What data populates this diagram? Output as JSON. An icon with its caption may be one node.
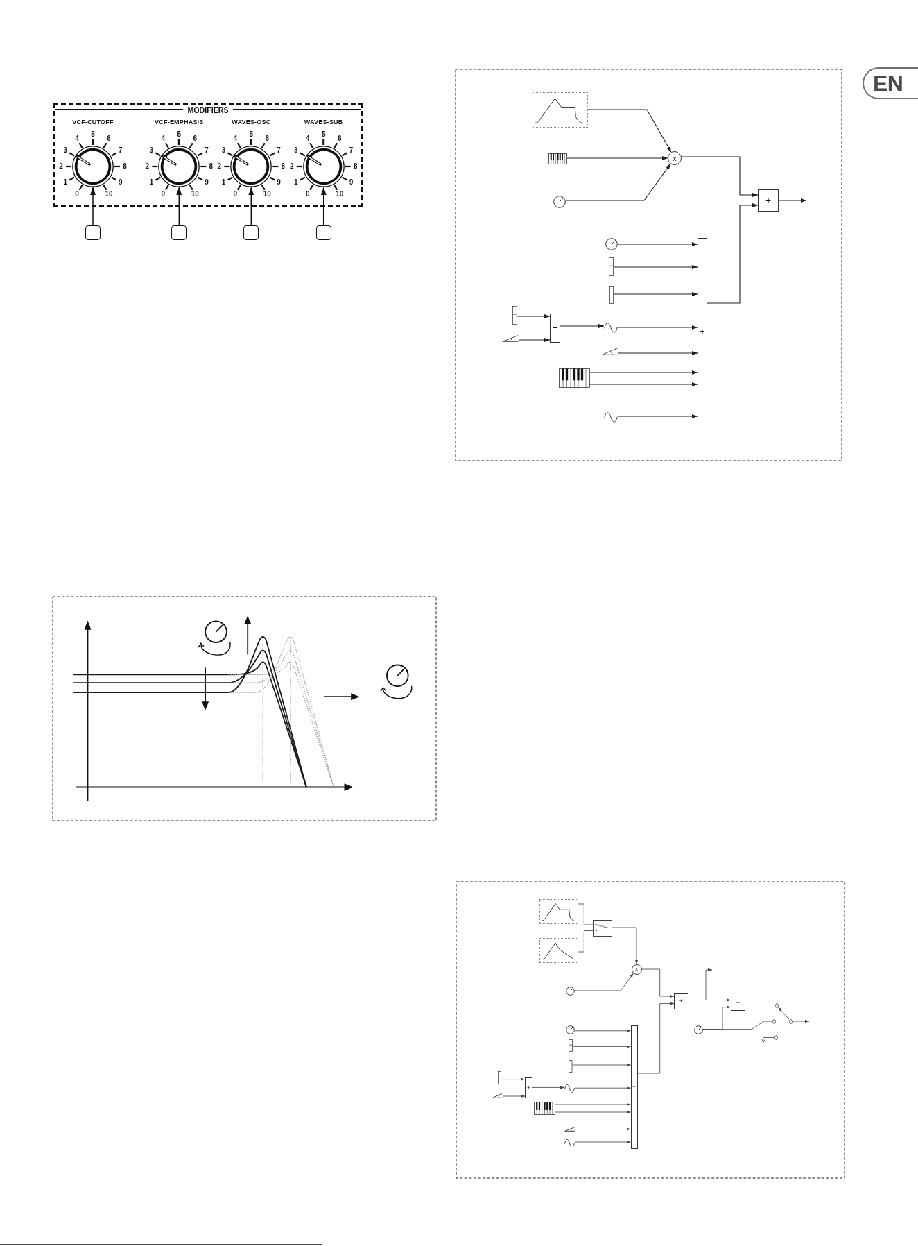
{
  "diagram": {
    "nodes": [
      {
        "text": [
          "MODIFIERS"
        ]
      },
      {
        "text": [],
        "shape": "picture",
        "beside": [
          "VCF-CUTOFF",
          "0",
          "1",
          "2",
          "3",
          "4",
          "5",
          "6",
          "7",
          "8",
          "9",
          "10"
        ],
        "in": 0
      },
      {
        "text": [],
        "shape": "picture",
        "beside": [
          "VCF-EMPHASIS",
          "0",
          "1",
          "2",
          "3",
          "4",
          "5",
          "6",
          "7",
          "8",
          "9",
          "10"
        ],
        "in": 0
      },
      {
        "text": [],
        "shape": "picture",
        "beside": [
          "WAVES-OSC",
          "0",
          "1",
          "2",
          "3",
          "4",
          "5",
          "6",
          "7",
          "8",
          "9",
          "10"
        ],
        "in": 0
      },
      {
        "text": [],
        "shape": "picture",
        "beside": [
          "WAVES-SUB",
          "0",
          "1",
          "2",
          "3",
          "4",
          "5",
          "6",
          "7",
          "8",
          "9",
          "10"
        ],
        "in": 0
      },
      {
        "text": [],
        "shape": "box"
      },
      {
        "text": [],
        "shape": "box"
      },
      {
        "text": [],
        "shape": "box"
      },
      {
        "text": [],
        "shape": "box"
      },
      {
        "text": [],
        "shape": "picture"
      },
      {
        "text": [
          "x"
        ]
      },
      {
        "text": [],
        "shape": "picture"
      },
      {
        "text": [
          "+"
        ]
      },
      {
        "text": [],
        "shape": "picture"
      },
      {
        "text": [],
        "shape": "picture"
      },
      {
        "text": [],
        "shape": "picture"
      },
      {
        "text": [],
        "shape": "box"
      },
      {
        "text": [],
        "shape": "picture"
      },
      {
        "text": [
          "+"
        ]
      },
      {
        "text": [],
        "shape": "picture"
      },
      {
        "text": [],
        "shape": "picture"
      },
      {
        "text": [],
        "shape": "picture"
      },
      {
        "text": [],
        "shape": "picture"
      },
      {
        "text": [],
        "shape": "picture"
      },
      {
        "text": [
          "+"
        ]
      },
      {
        "text": [
          "EN"
        ]
      },
      {
        "text": [],
        "shape": "picture"
      },
      {
        "text": [],
        "shape": "picture"
      },
      {
        "text": [],
        "shape": "picture"
      },
      {
        "text": [
          "x"
        ]
      },
      {
        "text": [],
        "shape": "picture"
      },
      {
        "text": [
          "+"
        ]
      },
      {
        "text": [
          "+"
        ]
      },
      {
        "text": [],
        "shape": "circle"
      },
      {
        "text": [],
        "shape": "picture"
      },
      {
        "text": [],
        "shape": "circle"
      },
      {
        "text": [],
        "shape": "circle"
      },
      {
        "text": [],
        "shape": "circle"
      },
      {
        "text": [],
        "shape": "triangle"
      },
      {
        "text": [],
        "shape": "picture"
      },
      {
        "text": [],
        "shape": "picture"
      },
      {
        "text": [],
        "shape": "box"
      },
      {
        "text": [],
        "shape": "picture"
      },
      {
        "text": [
          "+"
        ]
      },
      {
        "text": [],
        "shape": "picture"
      },
      {
        "text": [],
        "shape": "picture"
      },
      {
        "text": [],
        "shape": "picture"
      },
      {
        "text": [],
        "shape": "picture"
      },
      {
        "text": [],
        "shape": "picture"
      },
      {
        "text": [
          "+"
        ]
      }
    ],
    "edges": [
      {
        "from": 5,
        "to": 1,
        "arrow": "to"
      },
      {
        "from": 6,
        "to": 2,
        "arrow": "to"
      },
      {
        "from": 7,
        "to": 3,
        "arrow": "to"
      },
      {
        "from": 8,
        "to": 4,
        "arrow": "to"
      },
      {
        "from": 9,
        "to": 10,
        "arrow": "to"
      },
      {
        "from": 11,
        "to": 10,
        "arrow": "to"
      },
      {
        "from": 13,
        "to": 10,
        "arrow": "to"
      },
      {
        "from": 10,
        "to": 12,
        "arrow": "to"
      },
      {
        "from": 24,
        "to": 12,
        "arrow": "to"
      },
      {
        "from": 12,
        "to": null,
        "arrow": "to"
      },
      {
        "from": 14,
        "to": 24,
        "arrow": "to"
      },
      {
        "from": 15,
        "to": 24,
        "arrow": "to"
      },
      {
        "from": 16,
        "to": 24,
        "arrow": "to"
      },
      {
        "from": 19,
        "to": 24,
        "arrow": "to"
      },
      {
        "from": 21,
        "to": 24,
        "arrow": "to"
      },
      {
        "from": 22,
        "to": 24,
        "arrow": "to"
      },
      {
        "from": 22,
        "to": 24,
        "arrow": "to"
      },
      {
        "from": 23,
        "to": 24,
        "arrow": "to"
      },
      {
        "from": 17,
        "to": 18,
        "arrow": "to"
      },
      {
        "from": 20,
        "to": 18,
        "arrow": "to"
      },
      {
        "from": 18,
        "to": 19,
        "arrow": "to"
      },
      {
        "from": 26,
        "to": 27,
        "arrow": "none"
      },
      {
        "from": 28,
        "to": 27,
        "arrow": "none"
      },
      {
        "from": 27,
        "to": 29,
        "arrow": "to"
      },
      {
        "from": 30,
        "to": 29,
        "arrow": "to"
      },
      {
        "from": 29,
        "to": 31,
        "arrow": "to"
      },
      {
        "from": 49,
        "to": 31,
        "arrow": "to"
      },
      {
        "from": 31,
        "to": 32,
        "arrow": "to"
      },
      {
        "from": 31,
        "to": null,
        "arrow": "to"
      },
      {
        "from": 34,
        "to": 32,
        "arrow": "to"
      },
      {
        "from": 34,
        "to": 35,
        "arrow": "none"
      },
      {
        "from": 32,
        "to": 33,
        "arrow": "none"
      },
      {
        "from": 36,
        "to": 33,
        "arrow": "to"
      },
      {
        "from": 36,
        "to": null,
        "arrow": "to"
      },
      {
        "from": 38,
        "to": 37,
        "arrow": "none"
      },
      {
        "from": 39,
        "to": 49,
        "arrow": "to"
      },
      {
        "from": 40,
        "to": 49,
        "arrow": "to"
      },
      {
        "from": 41,
        "to": 49,
        "arrow": "to"
      },
      {
        "from": 44,
        "to": 49,
        "arrow": "to"
      },
      {
        "from": 46,
        "to": 49,
        "arrow": "to"
      },
      {
        "from": 46,
        "to": 49,
        "arrow": "to"
      },
      {
        "from": 47,
        "to": 49,
        "arrow": "to"
      },
      {
        "from": 48,
        "to": 49,
        "arrow": "to"
      },
      {
        "from": 42,
        "to": 43,
        "arrow": "to"
      },
      {
        "from": 45,
        "to": 43,
        "arrow": "to"
      },
      {
        "from": 43,
        "to": 44,
        "arrow": "to"
      }
    ]
  }
}
